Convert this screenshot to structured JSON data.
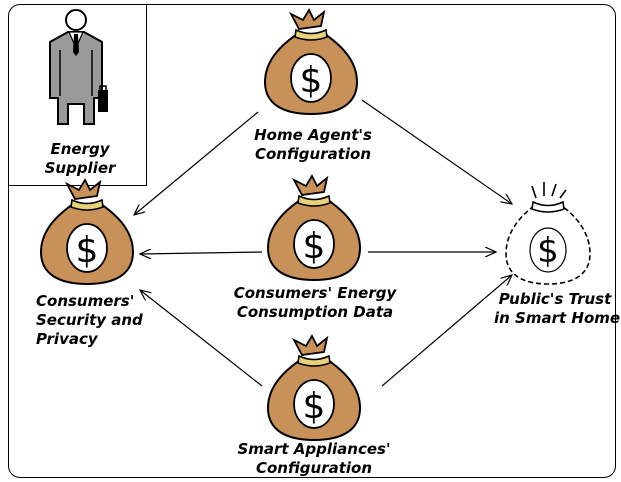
{
  "labels": {
    "energy_supplier": "Energy\nSupplier",
    "home_agent": "Home Agent's\nConfiguration",
    "consumers_security": "Consumers'\nSecurity and\nPrivacy",
    "energy_data": "Consumers' Energy\nConsumption Data",
    "public_trust": "Public's Trust\nin Smart Home",
    "smart_appliances": "Smart Appliances'\nConfiguration"
  },
  "bag_symbol": "$",
  "colors": {
    "bag_fill": "#c8915a",
    "bag_tie": "#e8d27a",
    "outline": "#000000",
    "suit": "#9a9a9a"
  }
}
